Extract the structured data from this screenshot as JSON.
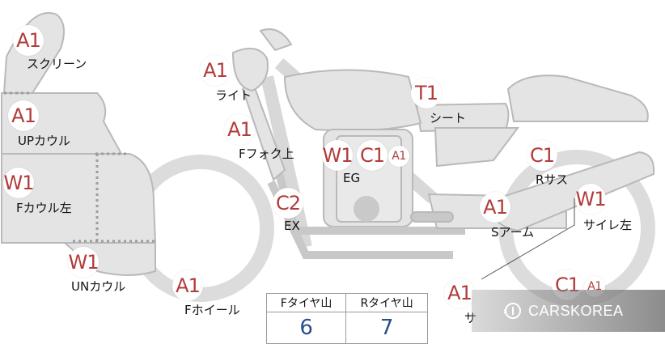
{
  "badges": {
    "screen": "A1",
    "light": "A1",
    "seat": "T1",
    "upper_cowl": "A1",
    "front_fork_upper": "A1",
    "engine_w": "W1",
    "engine_c": "C1",
    "engine_a": "A1",
    "rear_suspension": "C1",
    "front_cowl_left": "W1",
    "exhaust": "C2",
    "swing_arm": "A1",
    "silencer_left": "W1",
    "under_cowl": "W1",
    "front_wheel": "A1",
    "bottom_a": "A1",
    "bottom_c": "C1",
    "bottom_a_small": "A1"
  },
  "labels": {
    "screen": "スクリーン",
    "light": "ライト",
    "seat": "シート",
    "upper_cowl": "UPカウル",
    "front_fork_upper": "Fフォク上",
    "engine": "EG",
    "rear_suspension": "Rサス",
    "front_cowl_left": "Fカウル左",
    "exhaust": "EX",
    "swing_arm": "Sアーム",
    "silencer_left": "サイレ左",
    "under_cowl": "UNカウル",
    "front_wheel": "Fホイール",
    "bottom_partial": "サ"
  },
  "tire_table": {
    "front_header": "Fタイヤ山",
    "rear_header": "Rタイヤ山",
    "front_value": "6",
    "rear_value": "7"
  },
  "watermark": {
    "text": "CARSKOREA"
  },
  "colors": {
    "badge_text": "#b23b3b",
    "part_fill": "#e4e4e4",
    "part_stroke": "#b9b9b9",
    "value_text": "#2d4e8c"
  }
}
